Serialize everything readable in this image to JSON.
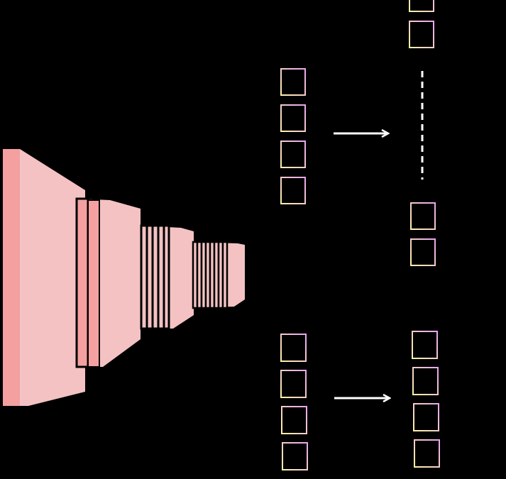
{
  "colors": {
    "background": "#000000",
    "block_light": "#f4c2c2",
    "block_dark": "#f4a0a0",
    "outline": "#000000",
    "arrow": "#ffffff",
    "square_gradient_start": "#fff3a8",
    "square_gradient_end": "#e9a4f0"
  },
  "diagram": {
    "network": {
      "stages": 4,
      "description_icon": "cnn-pyramid-icon"
    },
    "top_branch": {
      "input_squares": 4,
      "output_squares_above_gap": 2,
      "output_squares_below_gap": 2,
      "gap_style": "dashed-line",
      "arrow_icon": "right-arrow-icon"
    },
    "bottom_branch": {
      "input_squares": 4,
      "output_squares": 4,
      "arrow_icon": "right-arrow-icon"
    }
  }
}
